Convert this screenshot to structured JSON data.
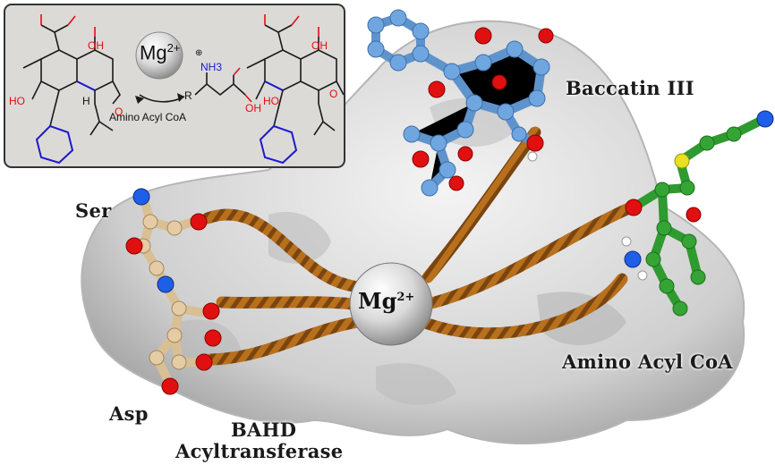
{
  "labels": {
    "baccatin": "Baccatin III",
    "ser": "Ser",
    "asp": "Asp",
    "amino_acyl_coa": "Amino Acyl CoA",
    "enzyme_line1": "BAHD",
    "enzyme_line2": "Acyltransferase",
    "mg_base": "Mg",
    "mg_charge": "2+"
  },
  "inset": {
    "mg_base": "Mg",
    "mg_charge": "2+",
    "reagent": "Amino Acyl CoA",
    "nh3": "NH3",
    "plus": "⊕",
    "r_group": "R",
    "oh": "OH",
    "o": "O",
    "ho": "HO",
    "h": "H"
  },
  "colors": {
    "protein": "#e6e6e6",
    "rope": "#b8701c",
    "baccatin": "#6fa6e0",
    "oxygen": "#e01010",
    "coa": "#2f9a2f",
    "sulfur": "#e8e020",
    "nitrogen": "#1f5fe8",
    "residue": "#e6cca4",
    "bond_blue": "#1a1ad0",
    "inset_bg": "#dcdad6"
  }
}
